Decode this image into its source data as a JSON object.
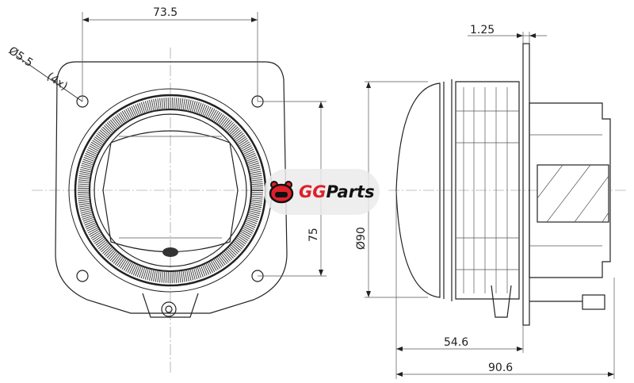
{
  "dimensions": {
    "front_width": "73.5",
    "hole_diameter": "Ø5.5",
    "hole_count": "(4x)",
    "front_height": "75",
    "lens_diameter": "Ø90",
    "flange_thickness": "1.25",
    "depth_to_flange": "54.6",
    "overall_depth": "90.6"
  },
  "logo": {
    "brand_prefix": "GG",
    "brand_suffix": "Parts"
  },
  "colors": {
    "brand_red": "#e0202a",
    "line": "#222222"
  }
}
